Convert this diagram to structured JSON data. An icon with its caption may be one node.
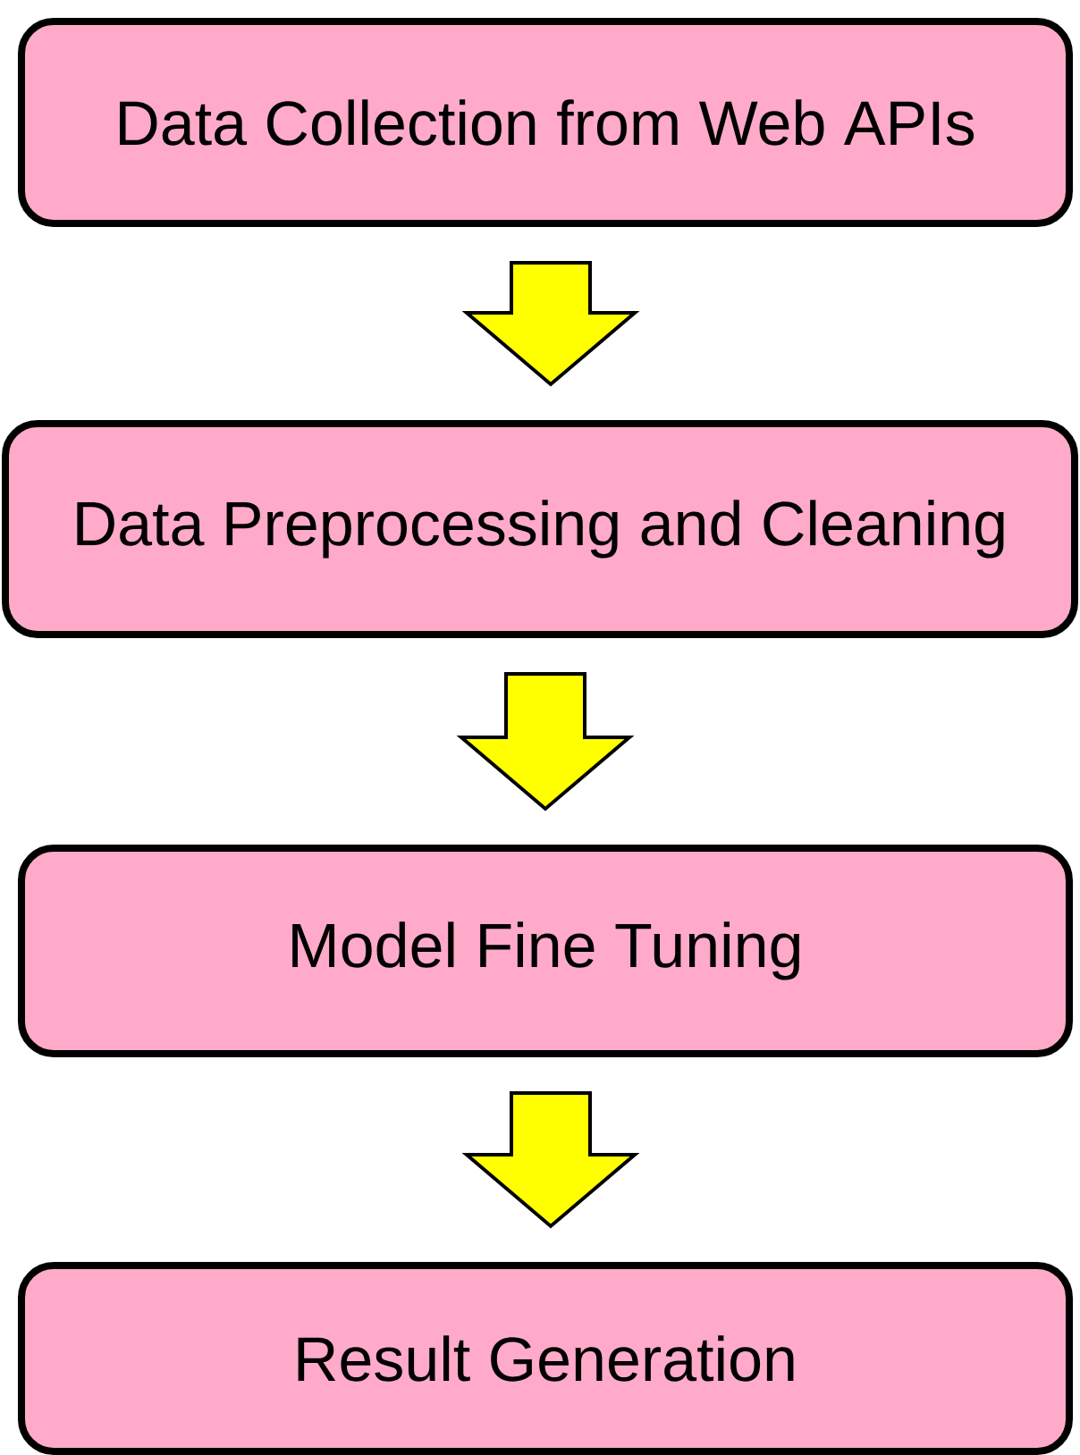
{
  "diagram": {
    "nodes": [
      {
        "text": [
          "Data Collection from Web APIs"
        ]
      },
      {
        "text": [
          "Data Preprocessing and Cleaning"
        ]
      },
      {
        "text": [
          "Model Fine Tuning"
        ]
      },
      {
        "text": [
          "Result Generation"
        ]
      }
    ],
    "edges": [
      {
        "from": 0,
        "to": 1,
        "arrow": "to"
      },
      {
        "from": 1,
        "to": 2,
        "arrow": "to"
      },
      {
        "from": 2,
        "to": 3,
        "arrow": "to"
      }
    ]
  }
}
